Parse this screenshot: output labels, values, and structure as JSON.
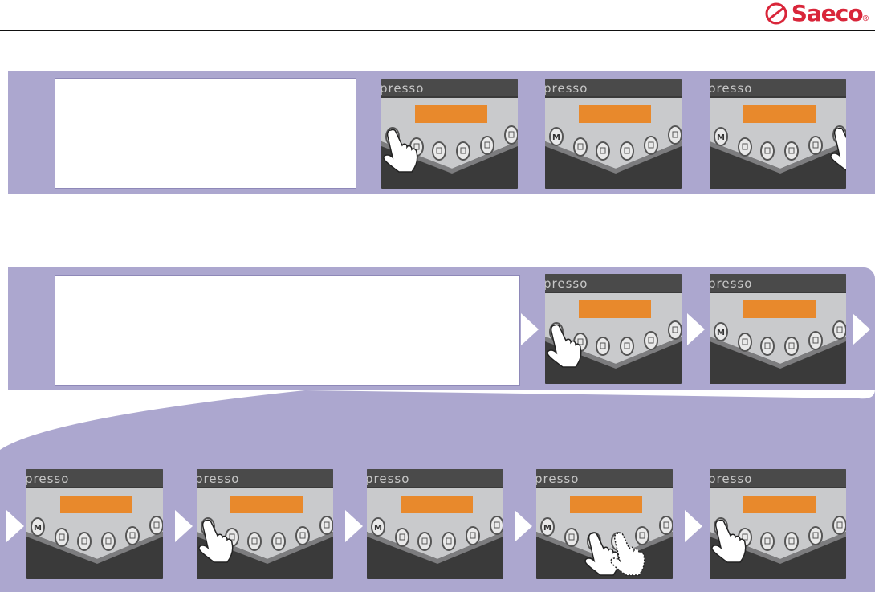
{
  "brand": {
    "logo_text": "Saeco",
    "registered_mark": "®",
    "brand_color": "#d9263a"
  },
  "colors": {
    "band": "#aca7cf",
    "display": "#e8892c"
  },
  "panel_label": "presso",
  "buttons": [
    "M",
    "cup-small",
    "cup-a",
    "cup-b",
    "cup-large",
    "steam"
  ],
  "rows": [
    {
      "name": "row-1",
      "panels": [
        {
          "press": "M"
        },
        {
          "press": null
        },
        {
          "press": "steam"
        }
      ]
    },
    {
      "name": "row-2",
      "panels": [
        {
          "press": "M"
        },
        {
          "press": null
        }
      ]
    },
    {
      "name": "row-3",
      "panels": [
        {
          "press": null
        },
        {
          "press": "M"
        },
        {
          "press": null
        },
        {
          "press": "up-down-dashed"
        },
        {
          "press": "M"
        }
      ]
    }
  ]
}
